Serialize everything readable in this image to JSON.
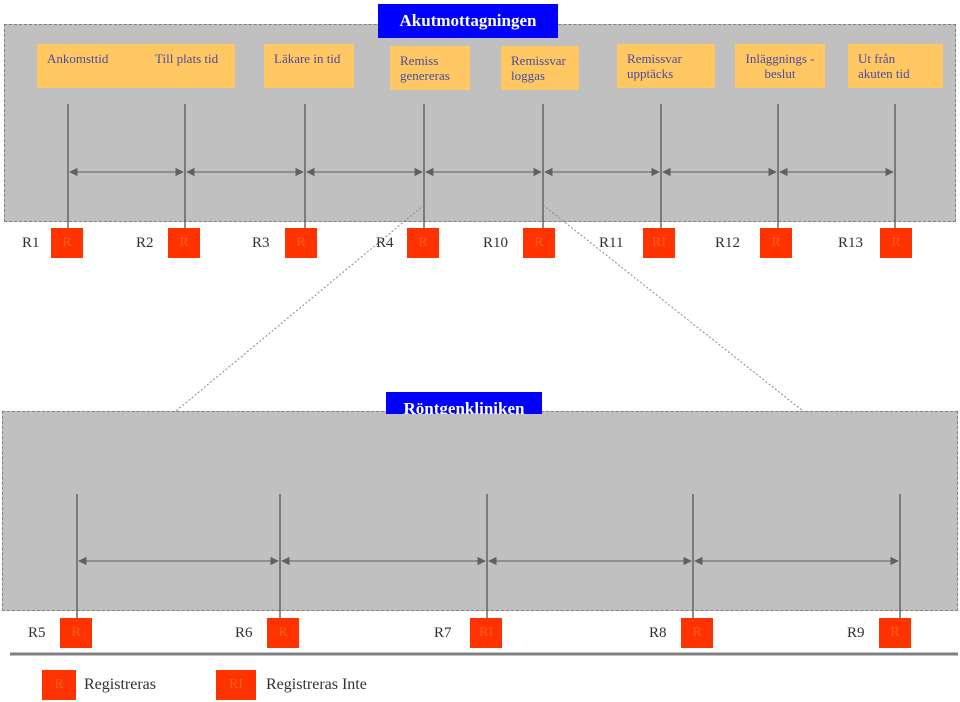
{
  "acute": {
    "title": "Akutmottagningen",
    "events": [
      {
        "label": "Ankomsttid"
      },
      {
        "label": "Till  plats tid"
      },
      {
        "label": "Läkare in tid"
      },
      {
        "label": "Remiss genereras"
      },
      {
        "label": "Remissvar loggas"
      },
      {
        "label": "Remissvar upptäcks"
      },
      {
        "label": "Inläggnings -beslut"
      },
      {
        "label": "Ut  från akuten  tid"
      }
    ],
    "registrations": [
      {
        "id": "R1",
        "code": "R"
      },
      {
        "id": "R2",
        "code": "R"
      },
      {
        "id": "R3",
        "code": "R"
      },
      {
        "id": "R4",
        "code": "R"
      },
      {
        "id": "R10",
        "code": "R"
      },
      {
        "id": "R11",
        "code": "RI"
      },
      {
        "id": "R12",
        "code": "R"
      },
      {
        "id": "R13",
        "code": "R"
      }
    ]
  },
  "xray": {
    "title": "Röntgenkliniken",
    "registrations": [
      {
        "id": "R5",
        "code": "R"
      },
      {
        "id": "R6",
        "code": "R"
      },
      {
        "id": "R7",
        "code": "RI"
      },
      {
        "id": "R8",
        "code": "R"
      },
      {
        "id": "R9",
        "code": "R"
      }
    ]
  },
  "legend": [
    {
      "code": "R",
      "text": "Registreras"
    },
    {
      "code": "RI",
      "text": "Registreras Inte"
    }
  ],
  "colors": {
    "panel": "#c0c0c0",
    "title_bg": "#0000ff",
    "event_bg": "#ffc863",
    "event_text": "#4a4aa0",
    "reg_box": "#ff3300",
    "reg_text": "#ff5a1e"
  }
}
